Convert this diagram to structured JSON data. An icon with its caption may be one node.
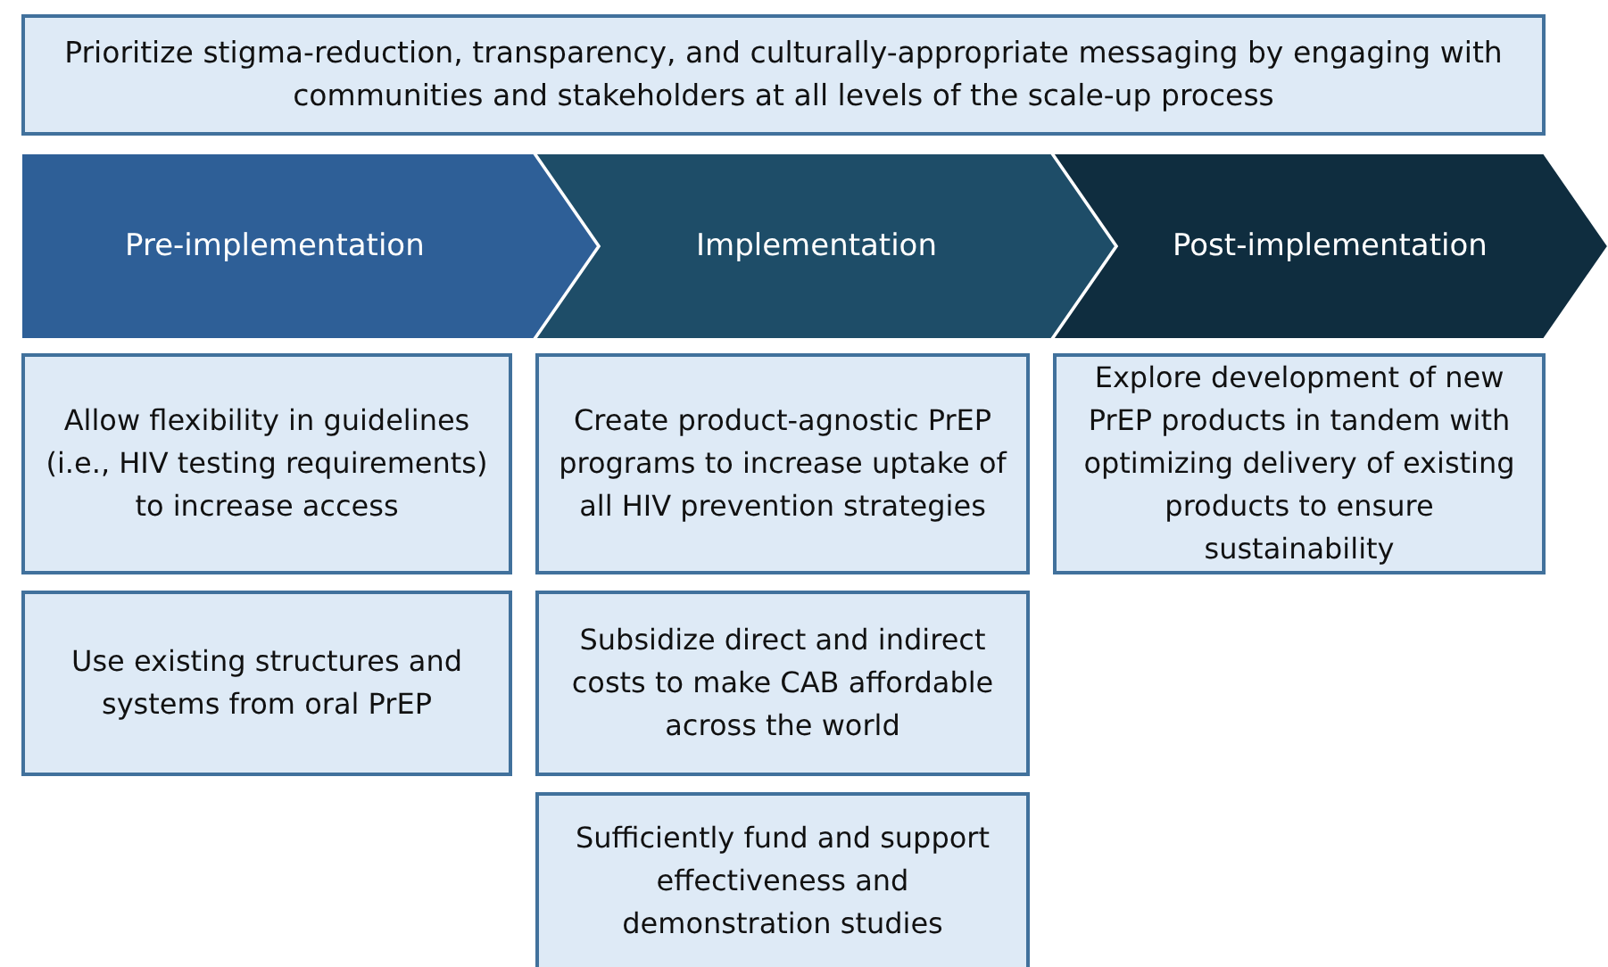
{
  "diagram": {
    "nodes": [
      {
        "text": [
          "Prioritize stigma-reduction, transparency, and culturally-appropriate messaging by engaging with communities and stakeholders at all levels of the scale-up process"
        ]
      },
      {
        "text": [
          "Pre-implementation"
        ]
      },
      {
        "text": [
          "Implementation"
        ]
      },
      {
        "text": [
          "Post-implementation"
        ]
      },
      {
        "text": [
          "Allow flexibility in guidelines (i.e., HIV testing requirements) to increase access"
        ]
      },
      {
        "text": [
          "Use existing structures and systems from oral PrEP"
        ]
      },
      {
        "text": [
          "Create product-agnostic PrEP programs to increase uptake of all HIV prevention strategies"
        ]
      },
      {
        "text": [
          "Subsidize direct and indirect costs to make CAB affordable across the world"
        ]
      },
      {
        "text": [
          "Sufficiently fund and support effectiveness and demonstration studies"
        ]
      },
      {
        "text": [
          "Explore development of new PrEP products in tandem with optimizing delivery of existing products to ensure sustainability"
        ]
      }
    ],
    "edges": []
  }
}
